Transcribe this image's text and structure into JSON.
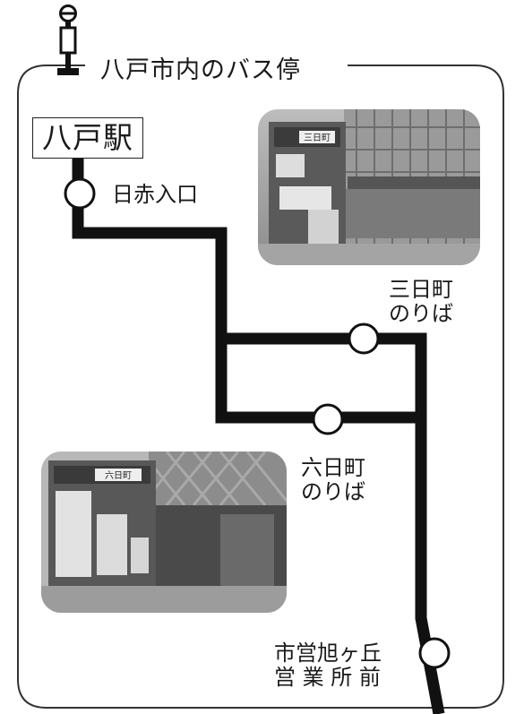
{
  "title": "八戸市内のバス停",
  "start_station": "八戸駅",
  "stops": {
    "nisseki": "日赤入口",
    "mikkamachi": [
      "三日町",
      "のりば"
    ],
    "muikamachi": [
      "六日町",
      "のりば"
    ],
    "eigyosho": [
      "市営旭ヶ丘",
      "営 業 所 前"
    ]
  },
  "photo_signs": {
    "mikkamachi": "三日町",
    "muikamachi": "六日町"
  },
  "colors": {
    "route": "#111111",
    "frame": "#333333",
    "stop_fill": "#ffffff"
  },
  "icons": {
    "header": "bus-stop-icon",
    "stops": "stop-circle-icon"
  }
}
